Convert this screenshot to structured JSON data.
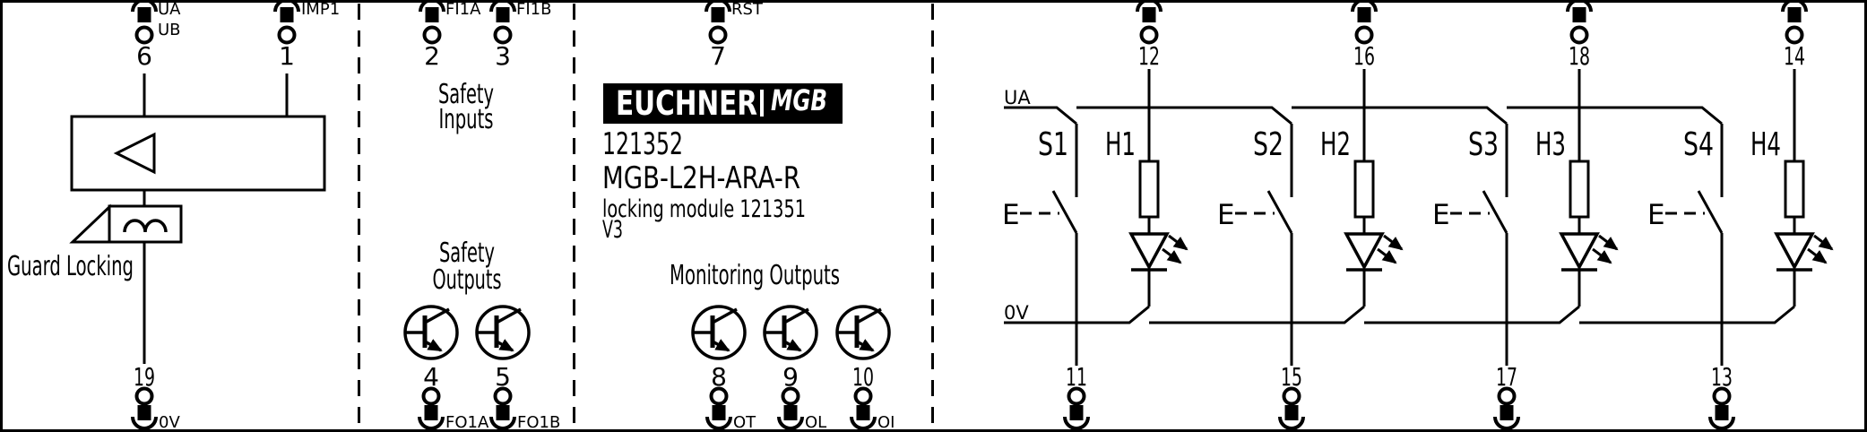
{
  "brand": {
    "name": "EUCHNER",
    "series": "MGB"
  },
  "product": {
    "order_no": "121352",
    "model": "MGB-L2H-ARA-R",
    "module_note": "locking module 121351",
    "version": "V3"
  },
  "sections": {
    "guard_locking_label": "Guard Locking",
    "safety_inputs": [
      "Safety",
      "Inputs"
    ],
    "safety_outputs": [
      "Safety",
      "Outputs"
    ],
    "monitoring_outputs": "Monitoring Outputs"
  },
  "rails": {
    "supply": "UA",
    "ground": "0V"
  },
  "terminals_top": [
    {
      "number": "6",
      "labels": [
        "UA",
        "UB"
      ]
    },
    {
      "number": "1",
      "labels": [
        "IMP1"
      ]
    },
    {
      "number": "2",
      "labels": [
        "FI1A"
      ]
    },
    {
      "number": "3",
      "labels": [
        "FI1B"
      ]
    },
    {
      "number": "7",
      "labels": [
        "RST"
      ]
    },
    {
      "number": "12",
      "labels": []
    },
    {
      "number": "16",
      "labels": []
    },
    {
      "number": "18",
      "labels": []
    },
    {
      "number": "14",
      "labels": []
    }
  ],
  "terminals_bottom": [
    {
      "number": "19",
      "label": "0V"
    },
    {
      "number": "4",
      "label": "FO1A"
    },
    {
      "number": "5",
      "label": "FO1B"
    },
    {
      "number": "8",
      "label": "OT"
    },
    {
      "number": "9",
      "label": "OL"
    },
    {
      "number": "10",
      "label": "OI"
    },
    {
      "number": "11",
      "label": ""
    },
    {
      "number": "15",
      "label": ""
    },
    {
      "number": "17",
      "label": ""
    },
    {
      "number": "13",
      "label": ""
    }
  ],
  "channels": [
    {
      "switch": "S1",
      "lamp": "H1",
      "actuation": "E"
    },
    {
      "switch": "S2",
      "lamp": "H2",
      "actuation": "E"
    },
    {
      "switch": "S3",
      "lamp": "H3",
      "actuation": "E"
    },
    {
      "switch": "S4",
      "lamp": "H4",
      "actuation": "E"
    }
  ],
  "colors": {
    "line": "#000000",
    "background": "#ffffff",
    "logo_bg": "#000000",
    "logo_text": "#ffffff"
  }
}
